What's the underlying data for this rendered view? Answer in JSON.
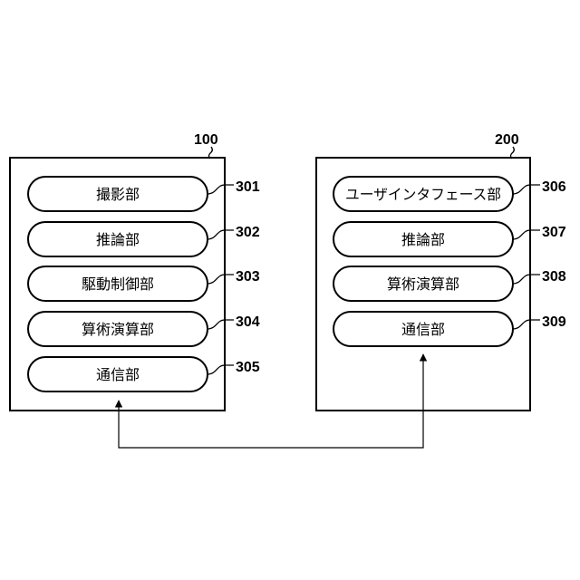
{
  "devices": [
    {
      "ref": "100",
      "units": [
        {
          "label": "撮影部",
          "ref": "301"
        },
        {
          "label": "推論部",
          "ref": "302"
        },
        {
          "label": "駆動制御部",
          "ref": "303"
        },
        {
          "label": "算術演算部",
          "ref": "304"
        },
        {
          "label": "通信部",
          "ref": "305"
        }
      ]
    },
    {
      "ref": "200",
      "units": [
        {
          "label": "ユーザインタフェース部",
          "ref": "306"
        },
        {
          "label": "推論部",
          "ref": "307"
        },
        {
          "label": "算術演算部",
          "ref": "308"
        },
        {
          "label": "通信部",
          "ref": "309"
        }
      ]
    }
  ]
}
